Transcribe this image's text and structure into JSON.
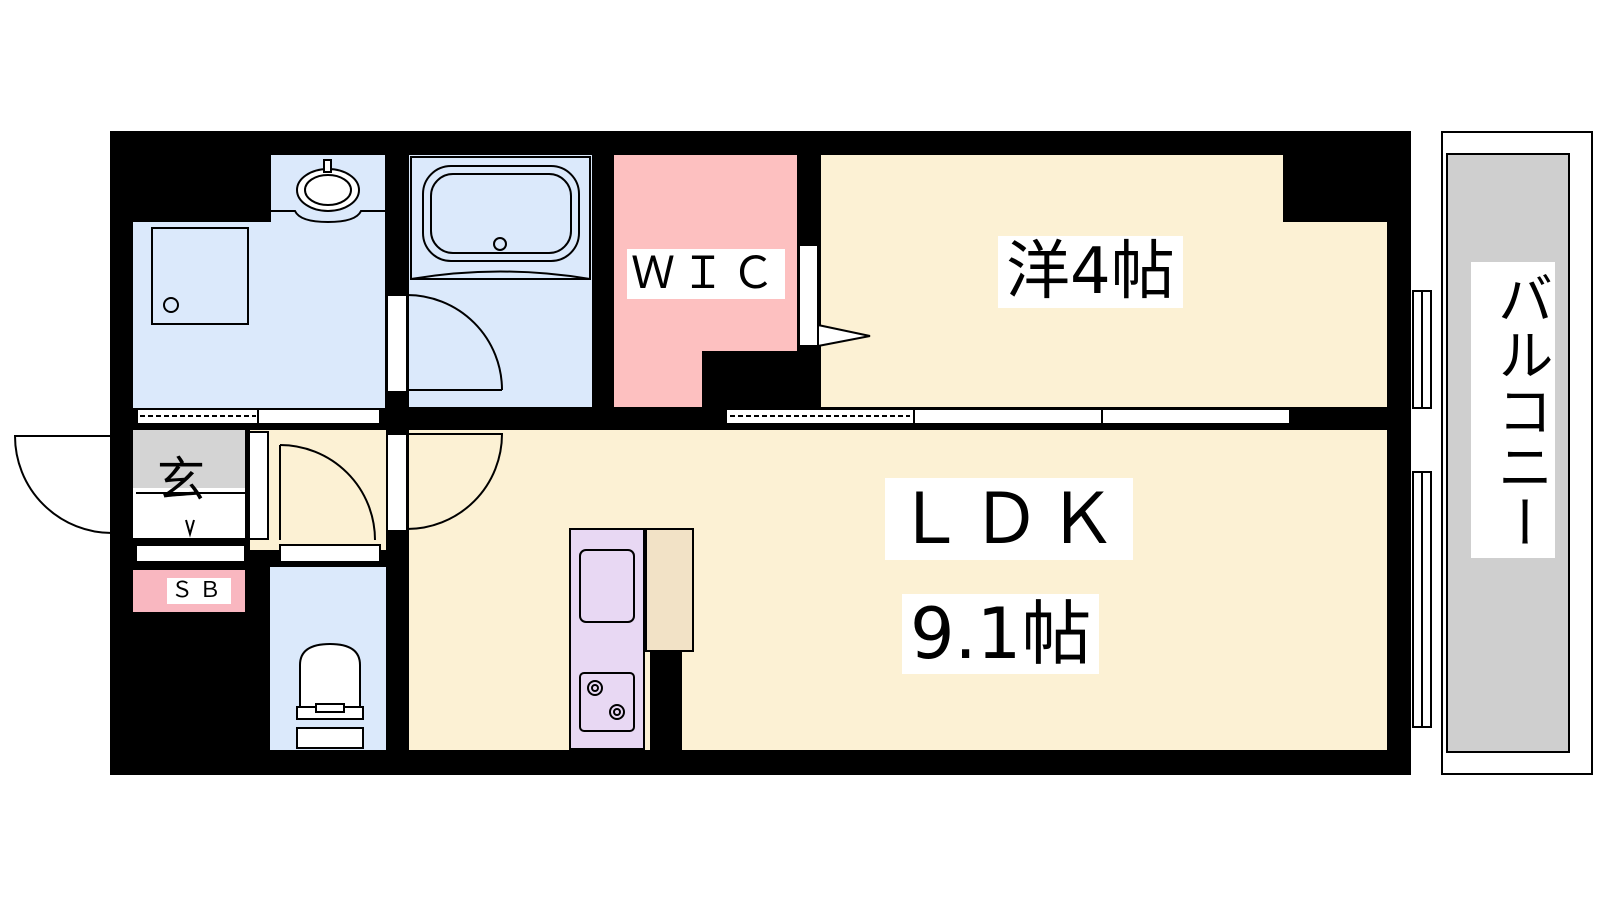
{
  "rooms": {
    "wic": "ＷＩＣ",
    "western": "洋4帖",
    "ldk": "ＬＤＫ",
    "ldk_size": "9.1帖",
    "entrance": "玄",
    "shoe_box": "ＳＢ",
    "balcony": "バルコニー"
  },
  "colors": {
    "wall": "#000000",
    "wet_area": "#dbe9fb",
    "wic": "#fdc0c0",
    "living": "#fcf1d4",
    "kitchen": "#e8d8f3",
    "counter": "#f2e2c6",
    "shoe_box": "#f9b7c0",
    "balcony": "#cfcfcf",
    "entrance_floor": "#d4d4d4"
  }
}
